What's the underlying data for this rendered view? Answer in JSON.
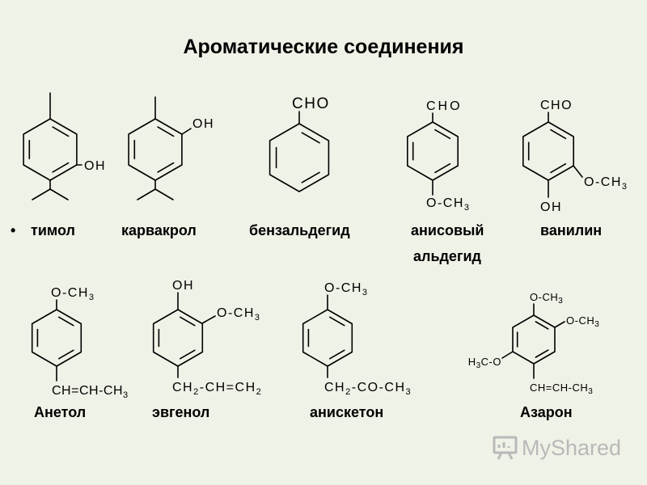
{
  "title": "Ароматические соединения",
  "bullet": "•",
  "compounds": {
    "thymol": {
      "name": "тимол",
      "oh": "OH"
    },
    "carvacrol": {
      "name": "карвакрол",
      "oh": "OH"
    },
    "benzaldehyde": {
      "name": "бензальдегид",
      "cho": "CHO"
    },
    "anisaldehyde": {
      "name": [
        "анисовый",
        "альдегид"
      ],
      "cho": "CHO",
      "ome": [
        "O-CH",
        "3"
      ]
    },
    "vanillin": {
      "name": "ванилин",
      "cho": "CHO",
      "oh": "OH",
      "ome": [
        "O-CH",
        "3"
      ]
    },
    "anethole": {
      "name": "Анетол",
      "ome": [
        "O-CH",
        "3"
      ],
      "chain": [
        "CH=CH-CH",
        "3"
      ]
    },
    "eugenol": {
      "name": "эвгенол",
      "oh": "OH",
      "ome": [
        "O-CH",
        "3"
      ],
      "chain": [
        "CH",
        "2",
        "-CH=CH",
        "2"
      ]
    },
    "anisketone": {
      "name": "анискетон",
      "ome": [
        "O-CH",
        "3"
      ],
      "chain": [
        "CH",
        "2",
        "-CO-CH",
        "3"
      ]
    },
    "asarone": {
      "name": "Азарон",
      "ome_top": [
        "O-CH",
        "3"
      ],
      "ome_right": [
        "O-CH",
        "3"
      ],
      "ome_left": [
        "H",
        "3",
        "C-O"
      ],
      "chain": [
        "CH=CH-CH",
        "3"
      ]
    }
  },
  "watermark": {
    "text": "MyShared",
    "icon": "presentation-screen-icon"
  },
  "colors": {
    "background": "#eff2e7",
    "watermark": "#b9b9b9"
  }
}
